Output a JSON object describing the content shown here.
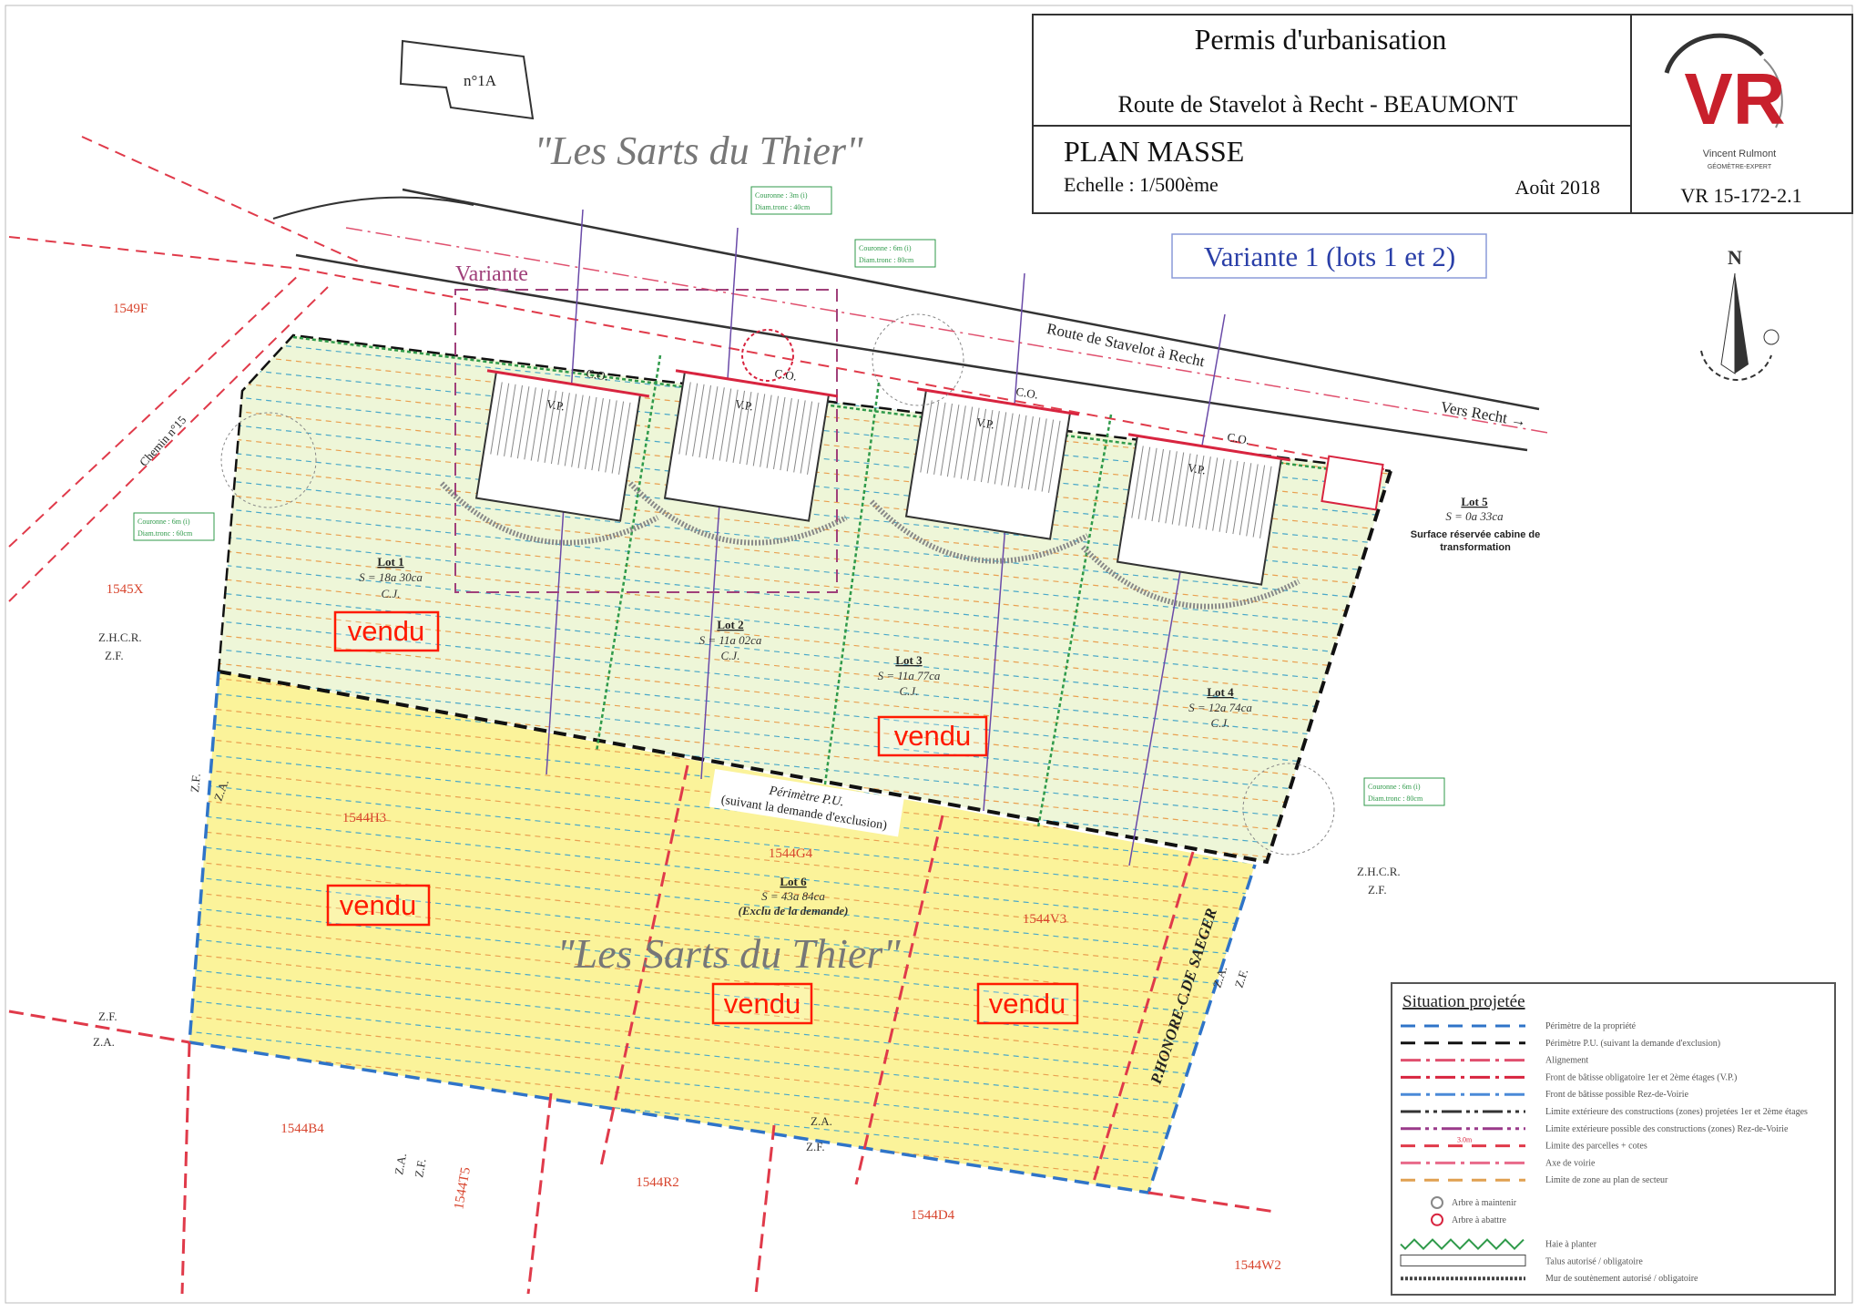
{
  "title_block": {
    "title": "Permis d'urbanisation",
    "location": "Route de Stavelot à Recht - BEAUMONT",
    "plan_type": "PLAN MASSE",
    "scale": "Echelle : 1/500ème",
    "date": "Août 2018",
    "reference": "VR 15-172-2.1",
    "logo_text": "VR",
    "logo_name": "Vincent Rulmont",
    "logo_subtitle": "GÉOMÈTRE-EXPERT"
  },
  "variant_banner": "Variante 1 (lots 1 et 2)",
  "variant_label": "Variante",
  "parcel_ref_box": "n°1A",
  "project_name": "\"Les Sarts du Thier\"",
  "north_label": "N",
  "roads": {
    "main": "Route de Stavelot à Recht",
    "direction": "Vers Recht →",
    "path": "Chemin n°15",
    "street": "P.HONORE-C.DE SAEGER"
  },
  "perimeter_label": [
    "Périmètre P.U.",
    "(suivant la demande d'exclusion)"
  ],
  "lots": [
    {
      "name": "Lot 1",
      "area": "S = 18a 30ca",
      "type": "C.J.",
      "status": "vendu"
    },
    {
      "name": "Lot 2",
      "area": "S = 11a 02ca",
      "type": "C.J.",
      "status": ""
    },
    {
      "name": "Lot 3",
      "area": "S = 11a 77ca",
      "type": "C.J.",
      "status": "vendu"
    },
    {
      "name": "Lot 4",
      "area": "S = 12a 74ca",
      "type": "C.J.",
      "status": ""
    },
    {
      "name": "Lot 5",
      "area": "S = 0a 33ca",
      "type": "Surface réservée cabine de transformation",
      "status": ""
    },
    {
      "name": "Lot 6",
      "area": "S = 43a 84ca",
      "type": "(Exclu de la demande)",
      "status": ""
    }
  ],
  "sold_label": "vendu",
  "parcels": [
    "1549F",
    "1545X",
    "1544H3",
    "1544G4",
    "1544V3",
    "1544B4",
    "1544R2",
    "1544D4",
    "1544W2",
    "1544T5"
  ],
  "zones": {
    "zhcr": "Z.H.C.R.",
    "zf": "Z.F.",
    "za": "Z.A."
  },
  "building_labels": {
    "vp": "V.P.",
    "co": "C.O."
  },
  "tree_info": [
    [
      "Couronne : 3m (i)",
      "Diam.tronc : 40cm"
    ],
    [
      "Couronne : 6m (i)",
      "Diam.tronc : 80cm"
    ],
    [
      "Couronne : 6m (i)",
      "Diam.tronc : 60cm"
    ],
    [
      "Couronne : 6m (i)",
      "Diam.tronc : 80cm"
    ]
  ],
  "legend": {
    "title": "Situation projetée",
    "items": [
      {
        "label": "Périmètre de la propriété",
        "color": "#2f74c8",
        "dash": "dash"
      },
      {
        "label": "Périmètre P.U. (suivant la demande d'exclusion)",
        "color": "#111111",
        "dash": "dash"
      },
      {
        "label": "Alignement",
        "color": "#e0506e",
        "dash": "dashdot"
      },
      {
        "label": "Front de bâtisse obligatoire 1er et 2ème étages (V.P.)",
        "color": "#d8243f",
        "dash": "dashdot"
      },
      {
        "label": "Front de bâtisse possible Rez-de-Voirie",
        "color": "#4a8ad8",
        "dash": "dashdot"
      },
      {
        "label": "Limite extérieure des constructions (zones) projetées 1er et 2ème étages",
        "color": "#333333",
        "dash": "dashdotdot"
      },
      {
        "label": "Limite extérieure possible des constructions (zones) Rez-de-Voirie",
        "color": "#9a3a8a",
        "dash": "dashdotdot"
      },
      {
        "label": "Limite des parcelles + cotes",
        "color": "#e03a4a",
        "dash": "dash"
      },
      {
        "label": "Axe de voirie",
        "color": "#e86a8a",
        "dash": "dashdot"
      },
      {
        "label": "Limite de zone au plan de secteur",
        "color": "#e0a050",
        "dash": "dash"
      },
      {
        "label": "Arbre à maintenir",
        "color": "#888888",
        "dash": "tree"
      },
      {
        "label": "Arbre à abattre",
        "color": "#d8243f",
        "dash": "tree"
      },
      {
        "label": "Haie à planter",
        "color": "#2f9a4a",
        "dash": "zigzag"
      },
      {
        "label": "Talus autorisé / obligatoire",
        "color": "#444444",
        "dash": "talus"
      },
      {
        "label": "Mur de soutènement autorisé / obligatoire",
        "color": "#444444",
        "dash": "wall"
      }
    ],
    "sample_dimension": "3.0m"
  },
  "colors": {
    "lots_fill": "#eef6d8",
    "lot6_fill": "#fbf39a",
    "sold": "#ff1a00",
    "banner": "#2a3fa8"
  }
}
